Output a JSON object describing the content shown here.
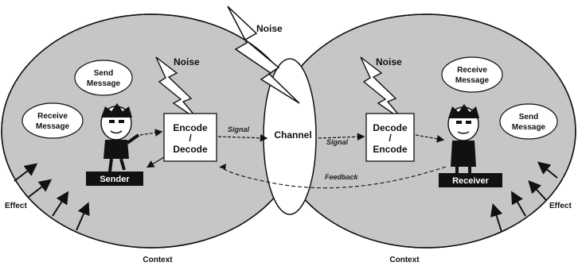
{
  "noise": [
    "Noise",
    "Noise",
    "Noise"
  ],
  "left": {
    "send_bubble": [
      "Send",
      "Message"
    ],
    "receive_bubble": [
      "Receive",
      "Message"
    ],
    "box": [
      "Encode",
      "/",
      "Decode"
    ],
    "tag": "Sender",
    "effect": "Effect",
    "context": "Context"
  },
  "right": {
    "receive_bubble": [
      "Receive",
      "Message"
    ],
    "send_bubble": [
      "Send",
      "Message"
    ],
    "box": [
      "Decode",
      "/",
      "Encode"
    ],
    "tag": "Receiver",
    "effect": "Effect",
    "context": "Context"
  },
  "channel": "Channel",
  "signal_left": "Signal",
  "signal_right": "Signal",
  "feedback": "Feedback",
  "colors": {
    "ellipse_fill": "#c6c6c6",
    "overlap_fill": "#8b8b8b",
    "stroke": "#111111"
  }
}
